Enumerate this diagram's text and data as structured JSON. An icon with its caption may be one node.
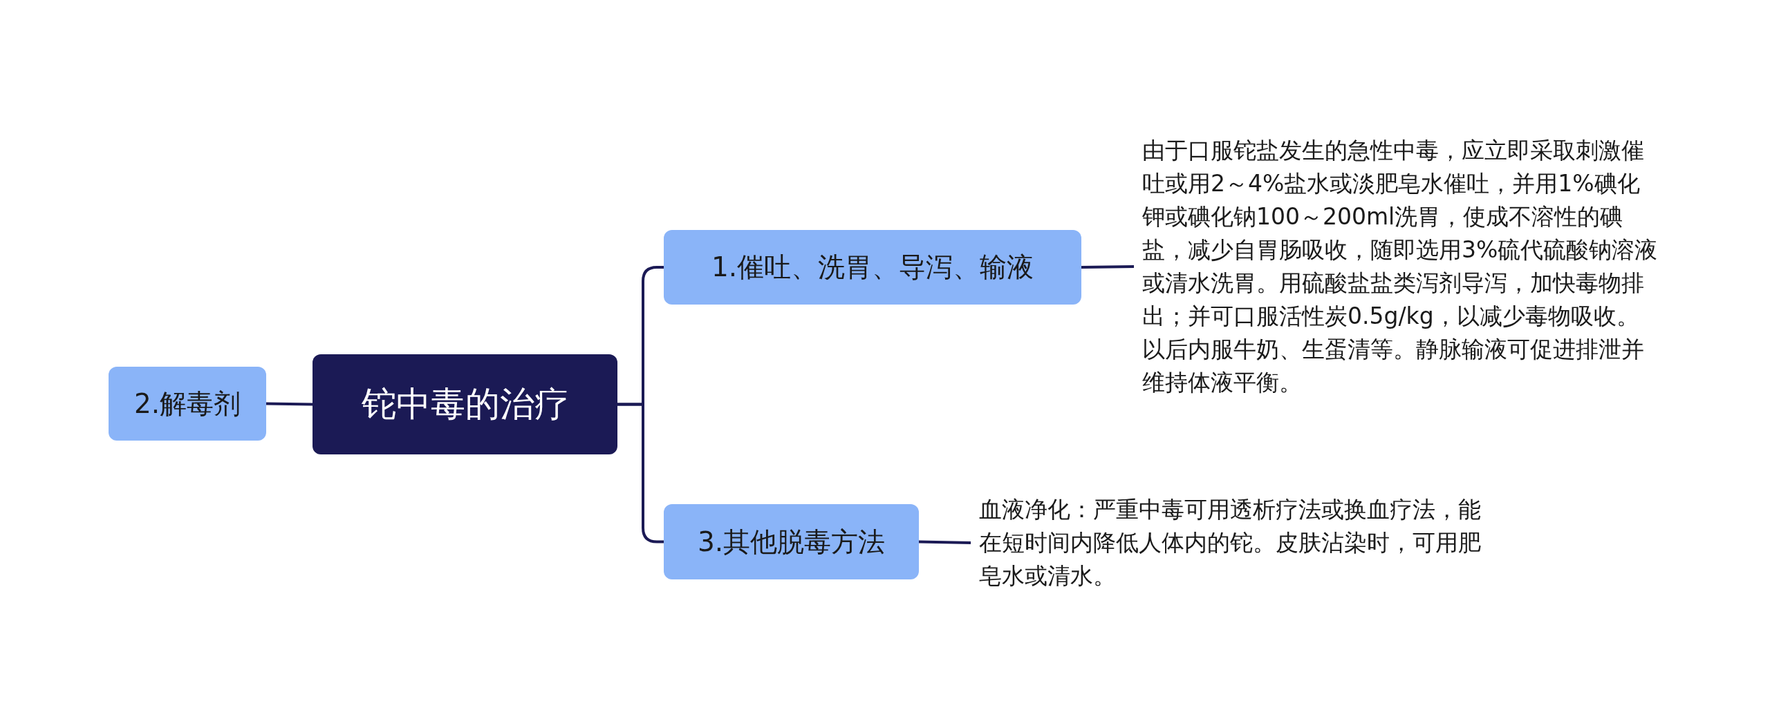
{
  "diagram": {
    "nodes": [
      {
        "text": [
          "铊中毒的治疗"
        ]
      },
      {
        "text": [
          "1.催吐、洗胃、导泻、输液"
        ]
      },
      {
        "text": [
          "由于口服铊盐发生的急性中毒，应立即采取刺激催吐或用2～4%盐水或淡肥皂水催吐，并用1%碘化钾或碘化钠100～200ml洗胃，使成不溶性的碘盐，减少自胃肠吸收，随即选用3%硫代硫酸钠溶液或清水洗胃。用硫酸盐盐类泻剂导泻，加快毒物排出；并可口服活性炭0.5g/kg，以减少毒物吸收。以后内服牛奶、生蛋清等。静脉输液可促进排泄并维持体液平衡。"
        ]
      },
      {
        "text": [
          "3.其他脱毒方法"
        ]
      },
      {
        "text": [
          "血液净化：严重中毒可用透析疗法或换血疗法，能在短时间内降低人体内的铊。皮肤沾染时，可用肥皂水或清水。"
        ]
      },
      {
        "text": [
          "2.解毒剂"
        ]
      }
    ],
    "edges": [
      {
        "from": 0,
        "to": 1,
        "arrow": "none"
      },
      {
        "from": 1,
        "to": 2,
        "arrow": "none"
      },
      {
        "from": 0,
        "to": 3,
        "arrow": "none"
      },
      {
        "from": 3,
        "to": 4,
        "arrow": "none"
      },
      {
        "from": 0,
        "to": 5,
        "arrow": "none"
      }
    ]
  }
}
